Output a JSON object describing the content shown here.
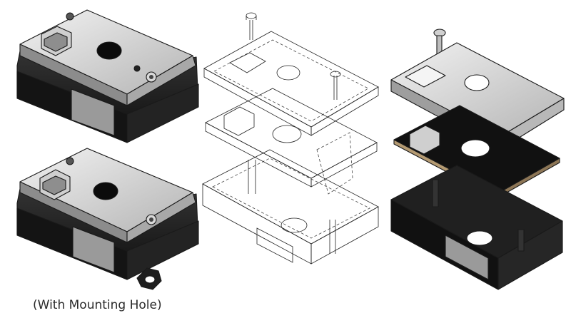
{
  "caption": "(With Mounting Hole)",
  "views": [
    {
      "id": "assembled-without-mounting-hole",
      "style": "shaded"
    },
    {
      "id": "assembled-with-mounting-hole",
      "style": "shaded"
    },
    {
      "id": "exploded-wireframe",
      "style": "hidden-lines"
    },
    {
      "id": "exploded-shaded",
      "style": "shaded"
    }
  ],
  "colors": {
    "case_black": "#1c1c1c",
    "lid_grey": "#bdbdbd",
    "lid_light": "#e9e9e9",
    "pcb_edge": "#b49a72",
    "window_grey": "#9a9a9a",
    "outline": "#1a1a1a",
    "background": "#ffffff"
  }
}
